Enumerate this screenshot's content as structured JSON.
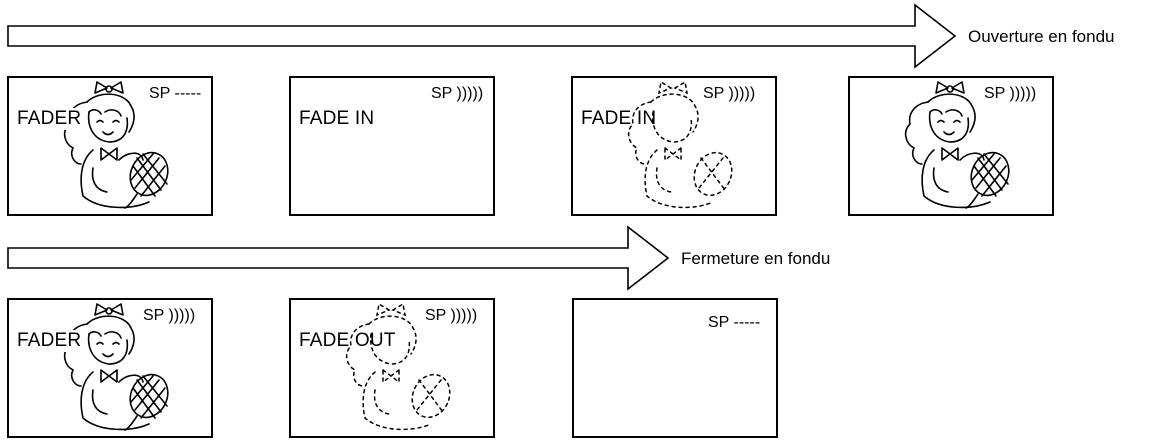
{
  "sequences": [
    {
      "label": "Ouverture en fondu",
      "frames": [
        {
          "mode": "SP -----",
          "text": "FADER",
          "figure": "girl-icon"
        },
        {
          "mode": "SP )))))",
          "text": "FADE IN",
          "figure": ""
        },
        {
          "mode": "SP )))))",
          "text": "FADE IN",
          "figure": "girl-dissolving-icon"
        },
        {
          "mode": "SP )))))",
          "text": "",
          "figure": "girl-icon"
        }
      ]
    },
    {
      "label": "Fermeture en fondu",
      "frames": [
        {
          "mode": "SP )))))",
          "text": "FADER",
          "figure": "girl-icon"
        },
        {
          "mode": "SP )))))",
          "text": "FADE OUT",
          "figure": "girl-dissolving-icon"
        },
        {
          "mode": "SP -----",
          "text": "",
          "figure": ""
        }
      ]
    }
  ]
}
